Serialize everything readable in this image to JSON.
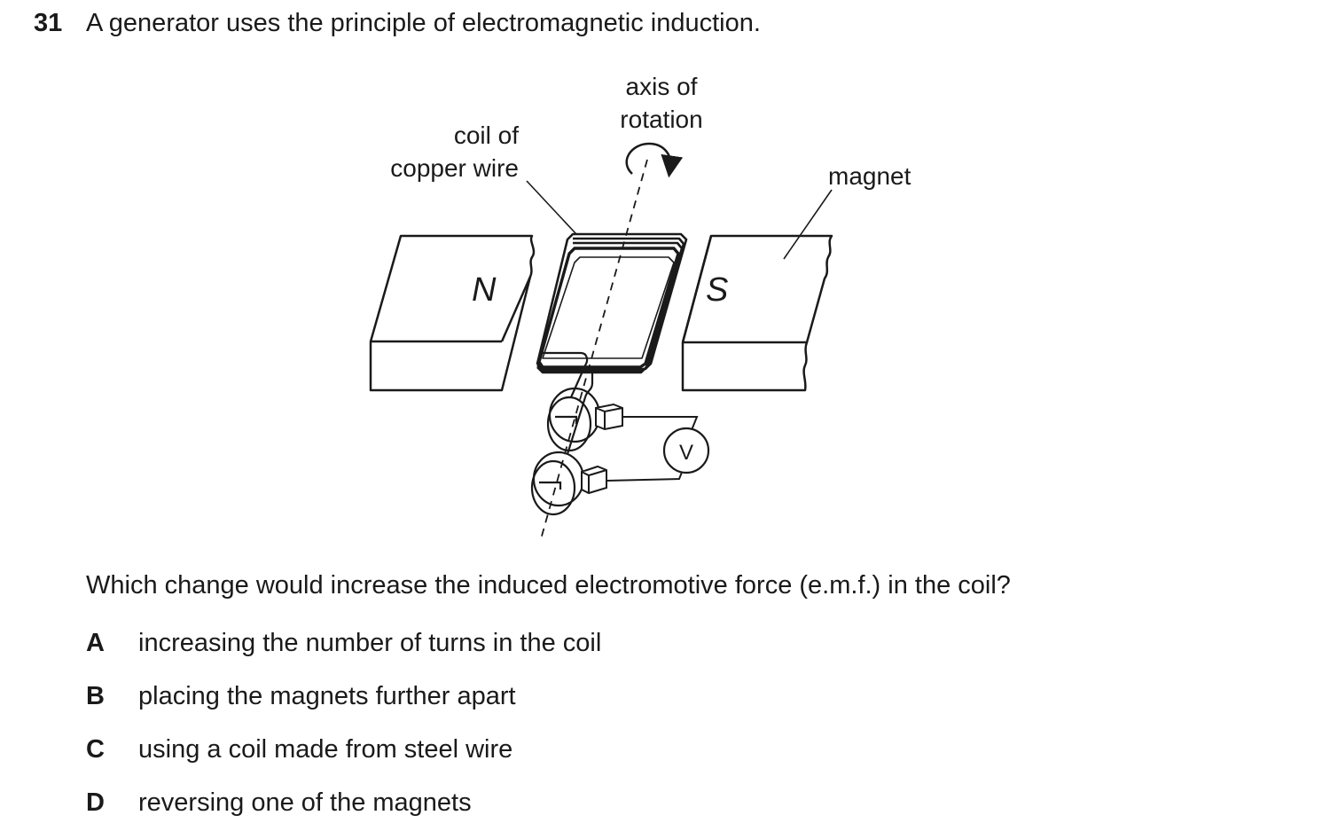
{
  "question": {
    "number": "31",
    "stem": "A generator uses the principle of electromagnetic induction.",
    "prompt": "Which change would increase the induced electromotive force (e.m.f.) in the coil?"
  },
  "diagram": {
    "labels": {
      "axis_line1": "axis of",
      "axis_line2": "rotation",
      "coil_line1": "coil of",
      "coil_line2": "copper wire",
      "magnet": "magnet",
      "north": "N",
      "south": "S",
      "voltmeter": "V"
    }
  },
  "options": [
    {
      "letter": "A",
      "text": "increasing the number of turns in the coil"
    },
    {
      "letter": "B",
      "text": "placing the magnets further apart"
    },
    {
      "letter": "C",
      "text": "using a coil made from steel wire"
    },
    {
      "letter": "D",
      "text": "reversing one of the magnets"
    }
  ]
}
